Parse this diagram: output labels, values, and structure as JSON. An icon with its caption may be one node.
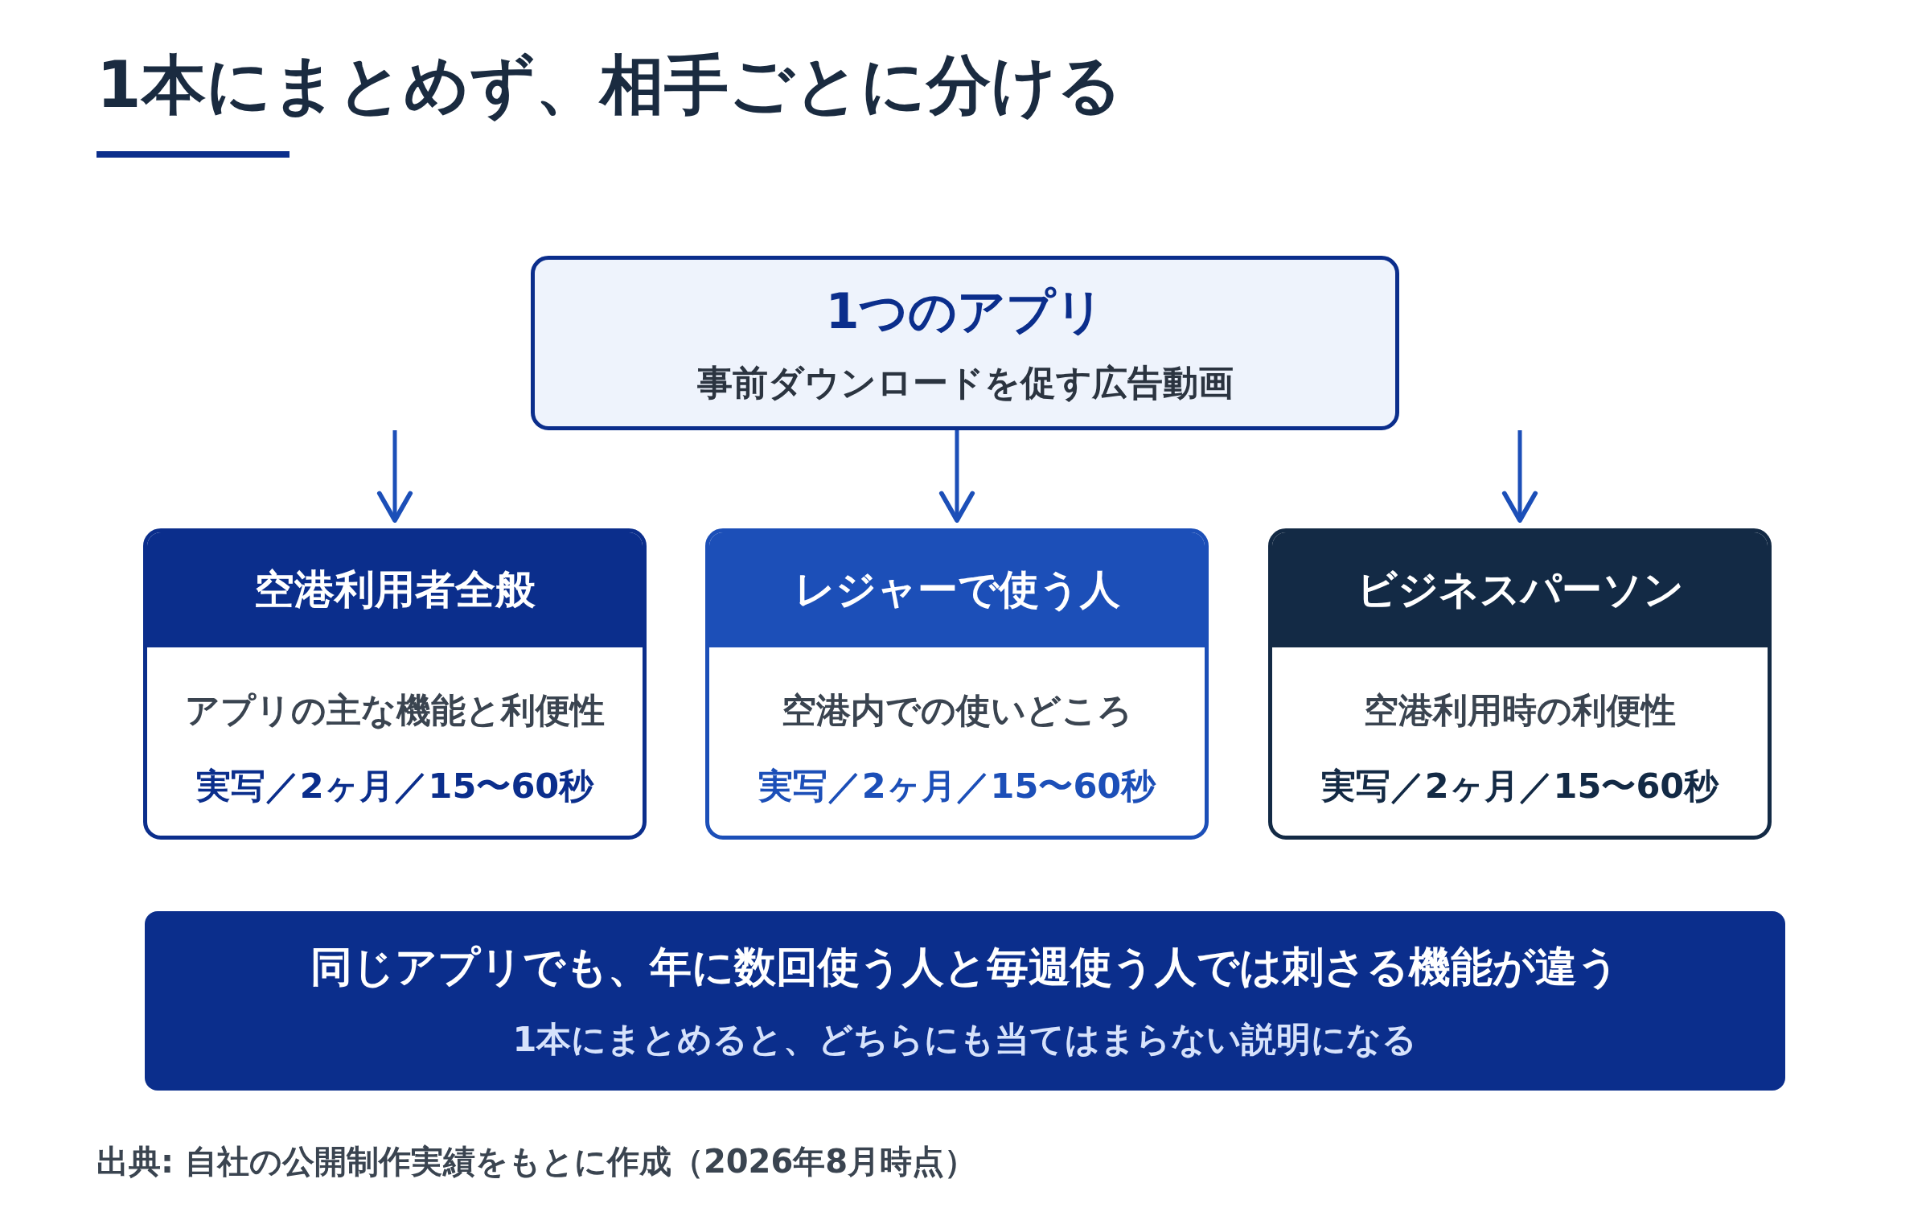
{
  "diagram": {
    "title": "1本にまとめず、相手ごとに分ける",
    "caption": "出典: 自社の公開制作実績をもとに作成（2026年8月時点）",
    "nodes": [
      {
        "text": [
          "1つのアプリ",
          "事前ダウンロードを促す広告動画"
        ]
      },
      {
        "text": [
          "空港利用者全般",
          "アプリの主な機能と利便性",
          "実写／2ヶ月／15〜60秒"
        ]
      },
      {
        "text": [
          "レジャーで使う人",
          "空港内での使いどころ",
          "実写／2ヶ月／15〜60秒"
        ]
      },
      {
        "text": [
          "ビジネスパーソン",
          "空港利用時の利便性",
          "実写／2ヶ月／15〜60秒"
        ]
      },
      {
        "text": [
          "同じアプリでも、年に数回使う人と毎週使う人では刺さる機能が違う",
          "1本にまとめると、どちらにも当てはまらない説明になる"
        ]
      }
    ],
    "edges": [
      {
        "from": null,
        "to": 1,
        "arrow": "to"
      },
      {
        "from": 0,
        "to": 2,
        "arrow": "to"
      },
      {
        "from": null,
        "to": 3,
        "arrow": "to"
      }
    ]
  }
}
